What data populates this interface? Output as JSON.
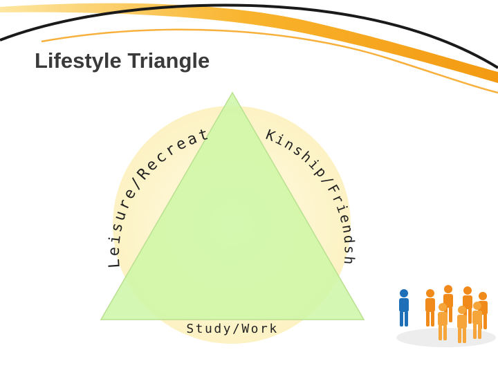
{
  "slide": {
    "title": "Lifestyle Triangle"
  },
  "diagram": {
    "labels": {
      "left": "Leisure/Recreation",
      "right": "Kinship/Friendship",
      "bottom": "Study/Work"
    },
    "colors": {
      "circle_fill": "#fdf6cf",
      "triangle_fill": "#cdf7a6",
      "triangle_stroke": "#b9e08f",
      "label_text": "#222222",
      "swoosh_orange": "#f7a21b",
      "swoosh_dark": "#1a1a1a"
    }
  },
  "decoration": {
    "people_icon_group": "people-group-icon"
  }
}
